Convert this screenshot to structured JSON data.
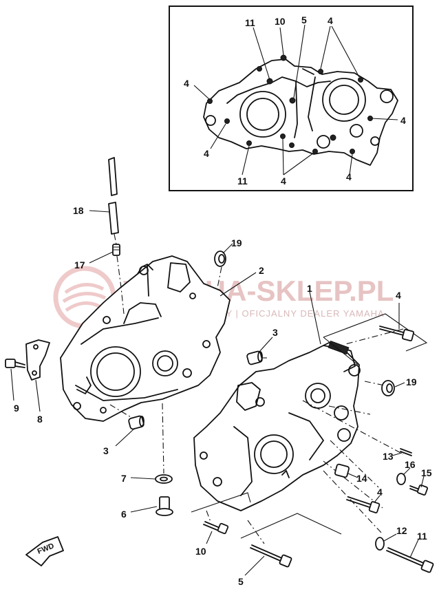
{
  "watermark": {
    "brand": "YAMAHA-SKLEP.PL",
    "tagline": "SKLEP INTERNETOWY | OFICJALNY DEALER YAMAHA",
    "tint": "#e7c3c3"
  },
  "inset_labels": {
    "n11_top": "11",
    "n10": "10",
    "n5": "5",
    "n4_top": "4",
    "n4_left": "4",
    "n4_right": "4",
    "n4_lowleft": "4",
    "n11_bottom": "11",
    "n4_bottom_mid": "4",
    "n4_bottom_right": "4"
  },
  "labels": {
    "n18": "18",
    "n17": "17",
    "n19_top": "19",
    "n2": "2",
    "n1": "1",
    "n4_bolt": "4",
    "n3_right": "3",
    "n19_right": "19",
    "n9": "9",
    "n8": "8",
    "n3_left": "3",
    "n7": "7",
    "n6": "6",
    "n13": "13",
    "n16": "16",
    "n15": "15",
    "n14": "14",
    "n4_lower": "4",
    "n10": "10",
    "n12": "12",
    "n11": "11",
    "n5": "5"
  },
  "fwd_arrow": {
    "text": "FWD"
  }
}
